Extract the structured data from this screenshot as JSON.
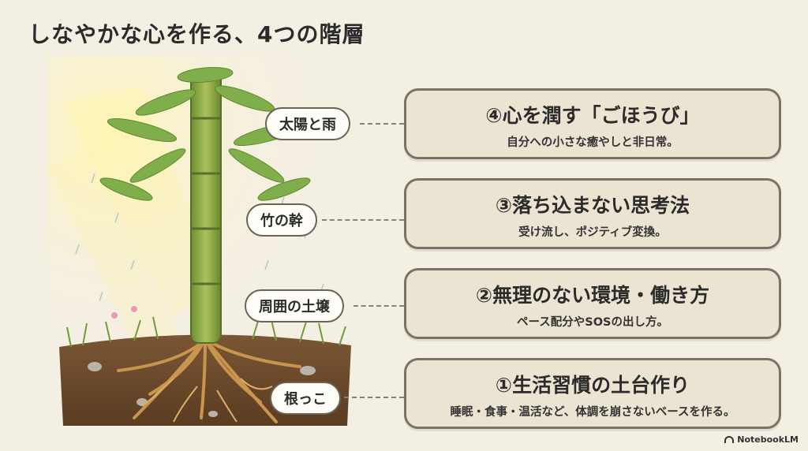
{
  "title": "しなやかな心を作る、4つの階層",
  "labels": {
    "sun_rain": "太陽と雨",
    "trunk": "竹の幹",
    "soil": "周囲の土壌",
    "roots": "根っこ"
  },
  "cards": [
    {
      "title": "④心を潤す「ごほうび」",
      "desc": "自分への小さな癒やしと非日常。"
    },
    {
      "title": "③落ち込まない思考法",
      "desc": "受け流し、ポジティブ変換。"
    },
    {
      "title": "②無理のない環境・働き方",
      "desc": "ペース配分やSOSの出し方。"
    },
    {
      "title": "①生活習慣の土台作り",
      "desc": "睡眠・食事・温活など、体調を崩さないベースを作る。"
    }
  ],
  "brand": "NotebookLM",
  "colors": {
    "background": "#f4efe3",
    "card_fill": "#ece4d2",
    "card_border": "#7a7264",
    "leaf": "#7fae4a",
    "trunk": "#8fa84a",
    "soil": "#6b4a2e",
    "roots": "#c9954e"
  },
  "icons": [
    "bamboo-illustration",
    "notebooklm-logo-icon"
  ]
}
